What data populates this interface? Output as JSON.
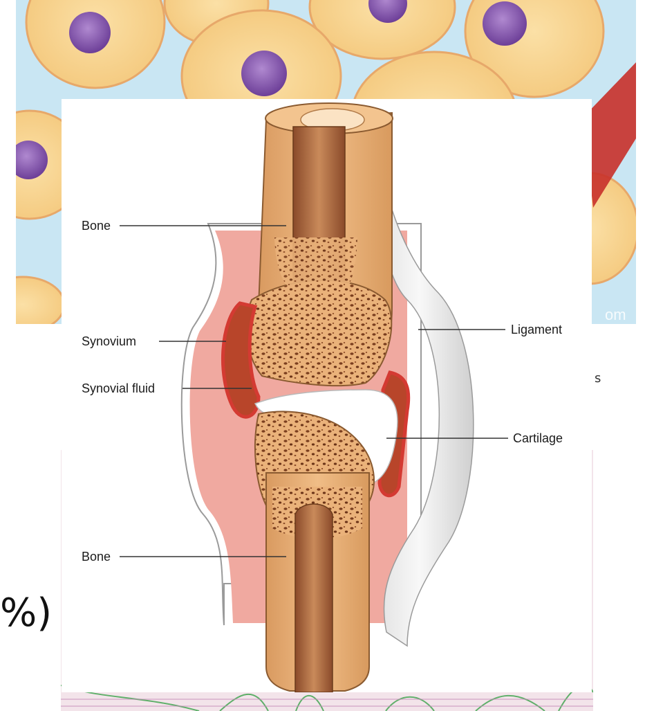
{
  "diagram": {
    "labels": {
      "bone_top": "Bone",
      "synovium": "Synovium",
      "synovial_fluid": "Synovial fluid",
      "bone_bottom": "Bone",
      "ligament": "Ligament",
      "cartilage": "Cartilage"
    }
  },
  "background": {
    "partial_text_left": "%)",
    "partial_text_right": "s",
    "watermark_fragment": "om"
  },
  "colors": {
    "bone": "#e9b07a",
    "bone_dark": "#c98a52",
    "marrow": "#9a5a32",
    "synovial_fluid": "#b8452a",
    "synovium": "#d43a32",
    "capsule": "#f0a9a0",
    "ligament": "#eceaea",
    "cartilage": "#ffffff",
    "cell_fill": "#f9d38c",
    "cell_nucleus": "#8b5bb0",
    "background_blue": "#c9e6f3"
  }
}
